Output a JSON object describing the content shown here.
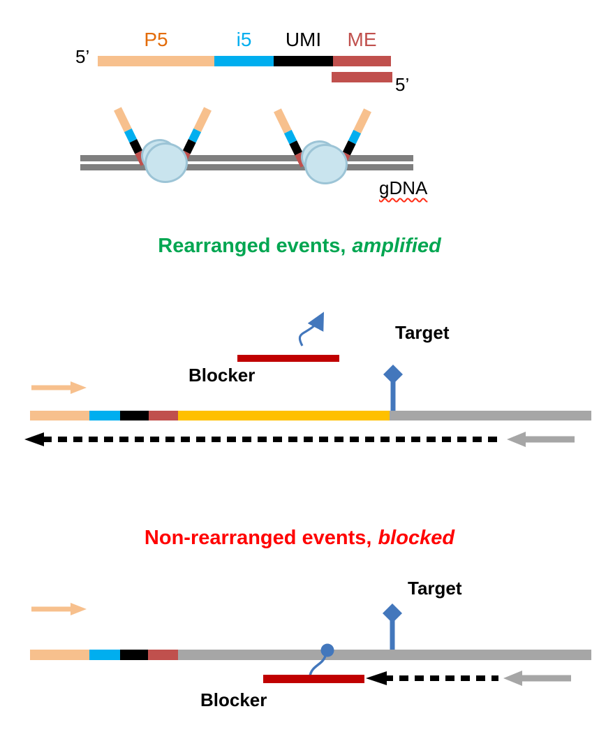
{
  "colors": {
    "peach": "#F7C08D",
    "orange_label": "#E36C0A",
    "cyan": "#00AEEF",
    "umi_black": "#000000",
    "brick": "#C0504D",
    "blocker_red": "#C00000",
    "yellow": "#FFC000",
    "bar_gray": "#A6A6A6",
    "gdna_gray": "#7F7F7F",
    "blue": "#4377BC",
    "blob_fill": "#C9E4EE",
    "blob_stroke": "#9CC4D6",
    "green_heading": "#00A651",
    "red_heading": "#FF0000",
    "spellcheck_red": "#FF2D16"
  },
  "adapter_diagram": {
    "five_prime_top": "5’",
    "five_prime_bottom": "5’",
    "segment_labels": [
      {
        "id": "p5",
        "label": "P5"
      },
      {
        "id": "i5",
        "label": "i5"
      },
      {
        "id": "umi",
        "label": "UMI"
      },
      {
        "id": "me",
        "label": "ME"
      }
    ],
    "gdna_label": "gDNA"
  },
  "amplified_section": {
    "heading_main": "Rearranged events,",
    "heading_emphasis": "amplified",
    "blocker_label": "Blocker",
    "target_label": "Target"
  },
  "blocked_section": {
    "heading_main": "Non-rearranged events,",
    "heading_emphasis": "blocked",
    "blocker_label": "Blocker",
    "target_label": "Target"
  }
}
